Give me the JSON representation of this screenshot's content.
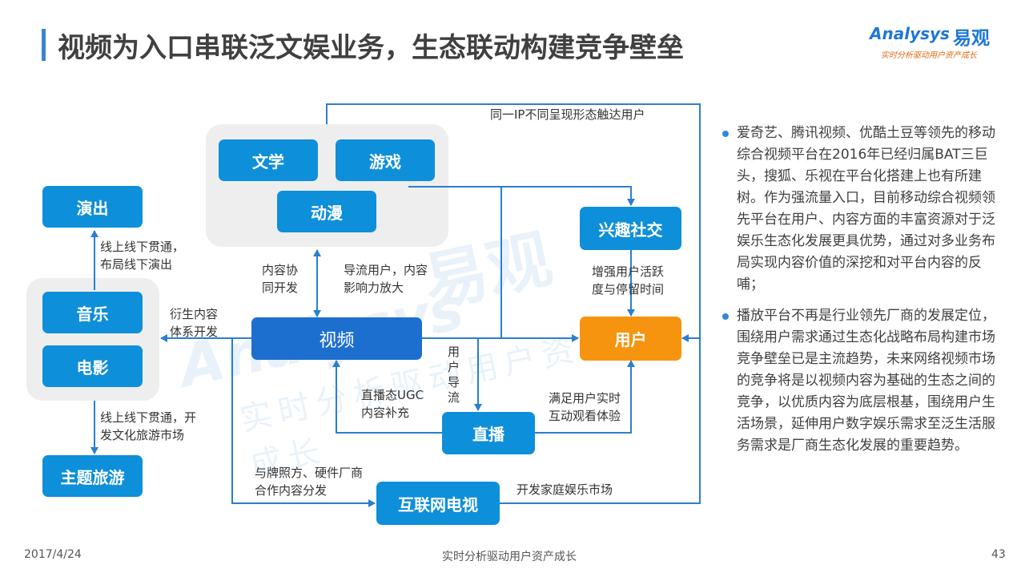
{
  "title": "视频为入口串联泛文娱业务，生态联动构建竞争壁垒",
  "logo": {
    "brand": "Analysys",
    "cn": "易观",
    "slogan": "实时分析驱动用户资产成长"
  },
  "nodes": {
    "literature": "文学",
    "game": "游戏",
    "anime": "动漫",
    "performance": "演出",
    "music": "音乐",
    "movie": "电影",
    "theme_travel": "主题旅游",
    "video": "视频",
    "interest_social": "兴趣社交",
    "user": "用户",
    "live": "直播",
    "internet_tv": "互联网电视"
  },
  "labels": {
    "same_ip": "同一IP不同呈现形态触达用户",
    "online_offline_performance": [
      "线上线下贯通，",
      "布局线下演出"
    ],
    "content_collab": [
      "内容协",
      "同开发"
    ],
    "traffic_amplify": [
      "导流用户，内容",
      "影响力放大"
    ],
    "enhance_activity": [
      "增强用户活跃",
      "度与停留时间"
    ],
    "derivative": [
      "衍生内容",
      "体系开发"
    ],
    "user_traffic": [
      "用",
      "户",
      "导",
      "流"
    ],
    "live_ugc": [
      "直播态UGC",
      "内容补充"
    ],
    "realtime_view": [
      "满足用户实时",
      "互动观看体验"
    ],
    "online_offline_travel": [
      "线上线下贯通，开",
      "发文化旅游市场"
    ],
    "brand_hardware": [
      "与牌照方、硬件厂商",
      "合作内容分发"
    ],
    "home_entertainment": "开发家庭娱乐市场"
  },
  "bullets": [
    "爱奇艺、腾讯视频、优酷土豆等领先的移动综合视频平台在2016年已经归属BAT三巨头，搜狐、乐视在平台化搭建上也有所建树。作为强流量入口，目前移动综合视频领先平台在用户、内容方面的丰富资源对于泛娱乐生态化发展更具优势，通过对多业务布局实现内容价值的深挖和对平台内容的反哺；",
    "播放平台不再是行业领先厂商的发展定位，围绕用户需求通过生态化战略布局构建市场竞争壁垒已是主流趋势，未来网络视频市场的竞争将是以视频内容为基础的生态之间的竞争，以优质内容为底层根基，围绕用户生活场景，延伸用户数字娱乐需求至泛生活服务需求是厂商生态化发展的重要趋势。"
  ],
  "footer": {
    "date": "2017/4/24",
    "slogan": "实时分析驱动用户资产成长",
    "page": "43"
  },
  "colors": {
    "node_blue": "#0e8fd9",
    "video_blue": "#1d6fcf",
    "user_orange": "#f7940f",
    "line_blue": "#2a7fcf"
  }
}
